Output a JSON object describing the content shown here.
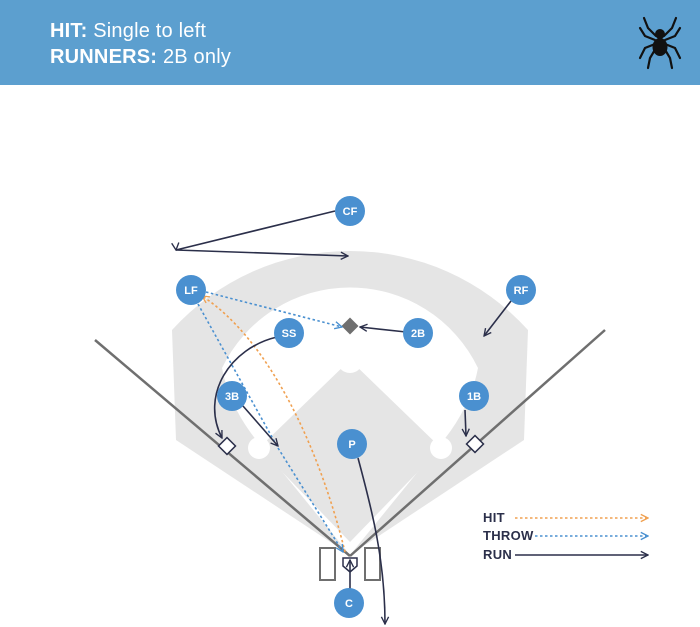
{
  "header": {
    "hit_label": "HIT:",
    "hit_value": "Single to left",
    "runners_label": "RUNNERS:",
    "runners_value": "2B only"
  },
  "colors": {
    "header_bg": "#5c9fcf",
    "field_gray": "#e5e5e5",
    "player": "#4a90d0",
    "hit": "#f0a050",
    "throw": "#4a90d0",
    "run": "#2b2f4a"
  },
  "players": {
    "cf": "CF",
    "lf": "LF",
    "rf": "RF",
    "ss": "SS",
    "second": "2B",
    "third": "3B",
    "first": "1B",
    "pitcher": "P",
    "catcher": "C"
  },
  "legend": {
    "hit": "HIT",
    "throw": "THROW",
    "run": "RUN"
  }
}
